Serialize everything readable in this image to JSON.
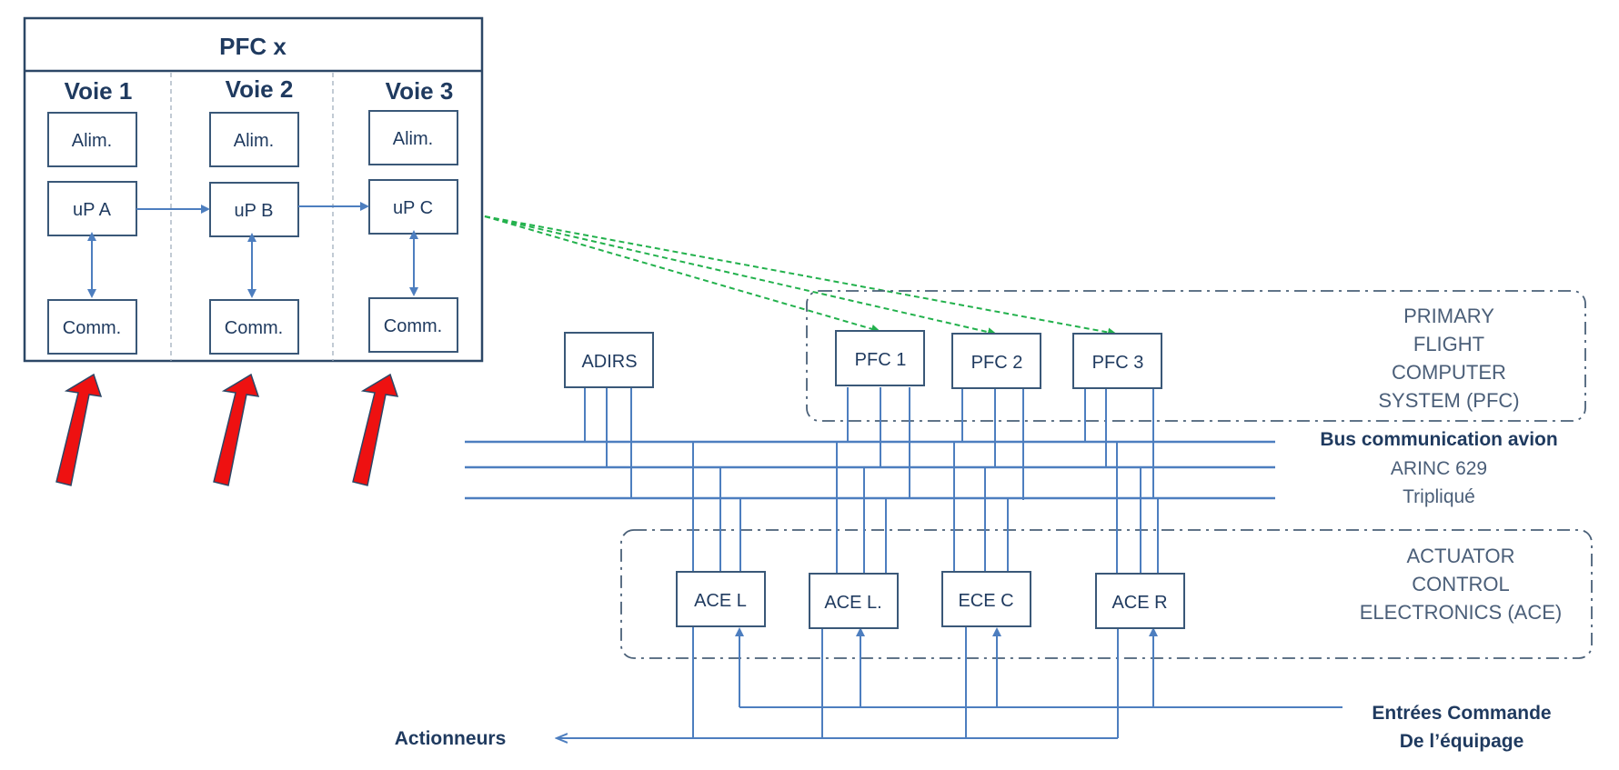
{
  "pfc_x": {
    "title": "PFC x",
    "lanes": [
      {
        "label": "Voie 1",
        "alim": "Alim.",
        "up": "uP A",
        "comm": "Comm."
      },
      {
        "label": "Voie 2",
        "alim": "Alim.",
        "up": "uP B",
        "comm": "Comm."
      },
      {
        "label": "Voie 3",
        "alim": "Alim.",
        "up": "uP C",
        "comm": "Comm."
      }
    ]
  },
  "nodes": {
    "adirs": "ADIRS",
    "pfc1": "PFC 1",
    "pfc2": "PFC 2",
    "pfc3": "PFC 3",
    "ace1": "ACE L",
    "ace2": "ACE L.",
    "ace3": "ECE C",
    "ace4": "ACE R"
  },
  "pfc_system": [
    "PRIMARY",
    "FLIGHT",
    "COMPUTER",
    "SYSTEM (PFC)"
  ],
  "ace_system": [
    "ACTUATOR",
    "CONTROL",
    "ELECTRONICS (ACE)"
  ],
  "bus": {
    "title": "Bus communication avion",
    "line2": "ARINC 629",
    "line3": "Tripliqué"
  },
  "crew": {
    "line1": "Entrées Commande",
    "line2": "De l’équipage"
  },
  "actuators": "Actionneurs",
  "colors": {
    "accent": "#4d7ebf",
    "link": "#22b14c",
    "arrow": "#ee1111",
    "text": "#1f3a5f"
  }
}
